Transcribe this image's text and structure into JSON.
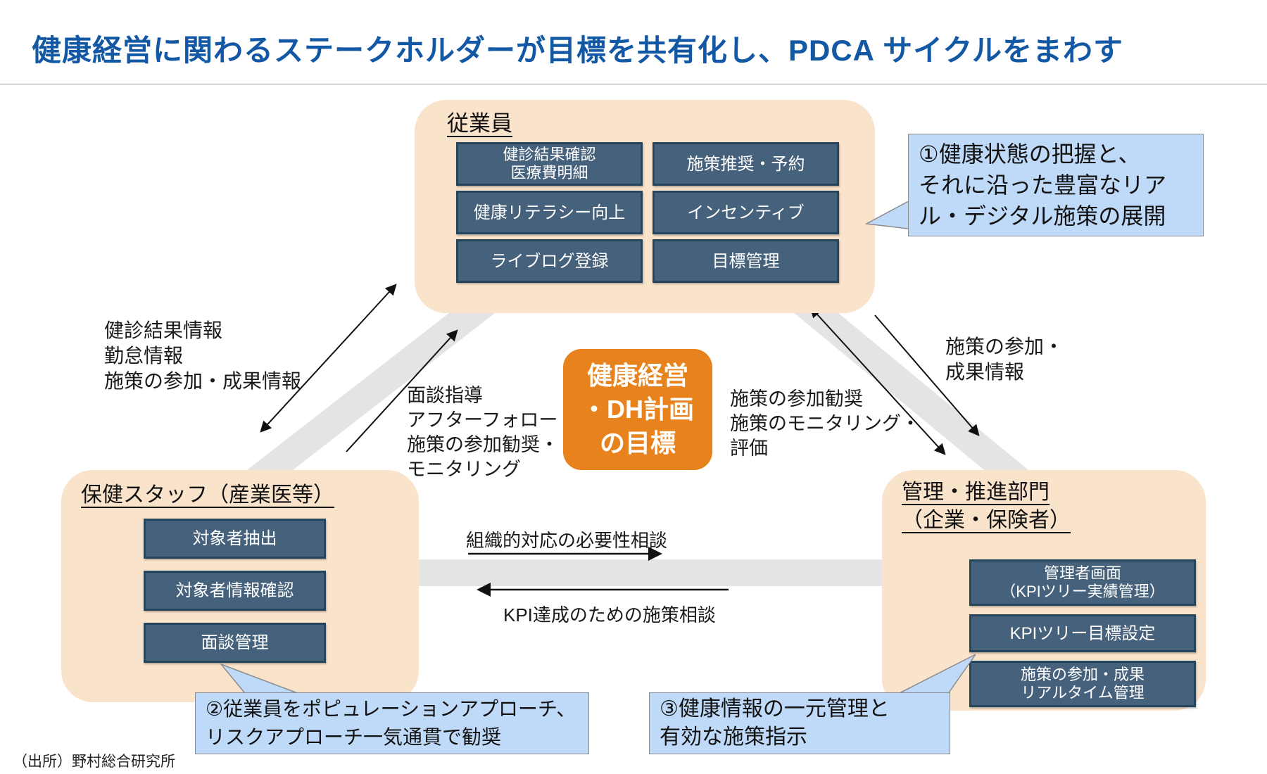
{
  "title": "健康経営に関わるステークホルダーが目標を共有化し、PDCA サイクルをまわす",
  "source": "（出所）野村総合研究所",
  "center_goal": {
    "text": "健康経営\n・DH計画\nの目標"
  },
  "employee": {
    "title": "従業員",
    "items": [
      "健診結果確認\n医療費明細",
      "施策推奨・予約",
      "健康リテラシー向上",
      "インセンティブ",
      "ライブログ登録",
      "目標管理"
    ]
  },
  "health_staff": {
    "title": "保健スタッフ（産業医等）",
    "items": [
      "対象者抽出",
      "対象者情報確認",
      "面談管理"
    ]
  },
  "admin": {
    "title": "管理・推進部門\n（企業・保険者）",
    "items": [
      "管理者画面\n（KPIツリー実績管理）",
      "KPIツリー目標設定",
      "施策の参加・成果\nリアルタイム管理"
    ]
  },
  "flows": {
    "employee_to_staff": "健診結果情報\n勤怠情報\n施策の参加・成果情報",
    "staff_to_employee": "面談指導\nアフターフォロー\n施策の参加勧奨・\nモニタリング",
    "admin_to_employee": "施策の参加勧奨\n施策のモニタリング・\n評価",
    "employee_to_admin": "施策の参加・\n成果情報",
    "staff_to_admin": "組織的対応の必要性相談",
    "admin_to_staff": "KPI達成のための施策相談"
  },
  "callouts": {
    "c1": "①健康状態の把握と、\nそれに沿った豊富なリア\nル・デジタル施策の展開",
    "c2": "②従業員をポピュレーションアプローチ、\nリスクアプローチ一気通貫で勧奨",
    "c3": "③健康情報の一元管理と\n有効な施策指示"
  },
  "colors": {
    "title_blue": "#1358A5",
    "panel_beige": "#FAE3CB",
    "item_slate": "#45617B",
    "item_border": "#24455C",
    "goal_orange": "#E8821D",
    "callout_blue": "#BFDAF8",
    "band_gray": "#E4E4E4"
  }
}
